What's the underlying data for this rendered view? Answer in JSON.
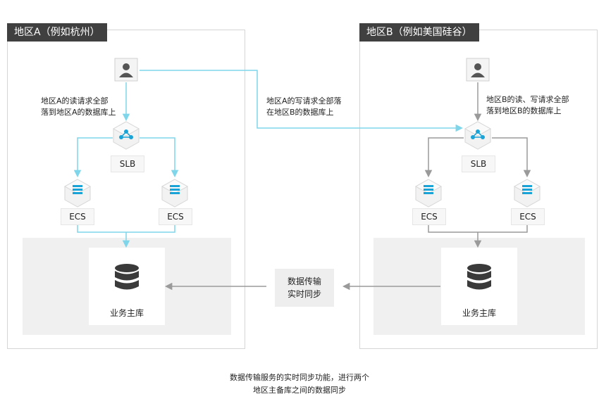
{
  "region_a": {
    "tag": "地区A（例如杭州）",
    "note_line1": "地区A的读请求全部",
    "note_line2": "落到地区A的数据库上",
    "slb": "SLB",
    "ecs_left": "ECS",
    "ecs_right": "ECS",
    "db_label": "业务主库"
  },
  "region_b": {
    "tag": "地区B（例如美国硅谷）",
    "note_line1": "地区B的读、写请求全部",
    "note_line2": "落到地区B的数据库上",
    "slb": "SLB",
    "ecs_left": "ECS",
    "ecs_right": "ECS",
    "db_label": "业务主库"
  },
  "cross_note": {
    "line1": "地区A的写请求全部落",
    "line2": "在地区B的数据库上"
  },
  "transfer": {
    "line1": "数据传输",
    "line2": "实时同步"
  },
  "caption": {
    "line1": "数据传输服务的实时同步功能，进行两个",
    "line2": "地区主备库之间的数据同步"
  },
  "colors": {
    "region_a_flow": "#7fd6ea",
    "region_b_flow": "#9a9a9a",
    "cross_flow": "#7fd6ea",
    "sync_flow": "#9a9a9a",
    "slb_icon": "#1aa3d6",
    "ecs_icon": "#1aa3d6",
    "db_icon": "#3a3a3a",
    "user_icon": "#555555"
  },
  "icons": {
    "user": "user-icon",
    "slb": "load-balancer-icon",
    "ecs": "server-icon",
    "db": "database-icon"
  }
}
